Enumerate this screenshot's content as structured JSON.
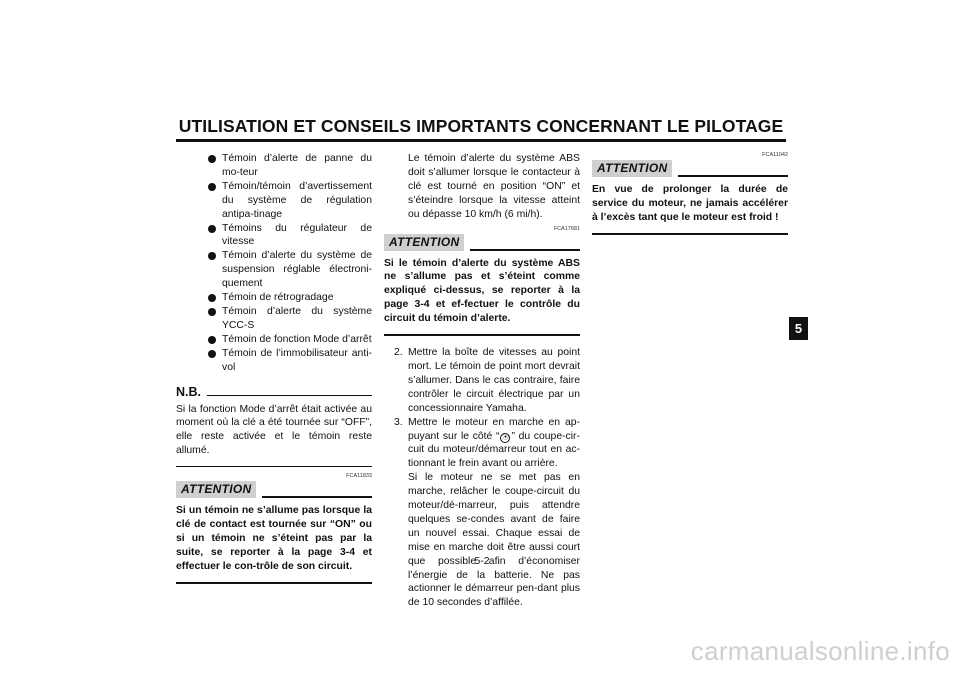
{
  "header": {
    "title": "UTILISATION ET CONSEILS IMPORTANTS CONCERNANT LE PILOTAGE"
  },
  "col1": {
    "bullets": [
      "Témoin d’alerte de panne du mo-teur",
      "Témoin/témoin d’avertissement du système de régulation antipa-tinage",
      "Témoins du régulateur de vitesse",
      "Témoin d’alerte du système de suspension réglable électroni-quement",
      "Témoin de rétrogradage",
      "Témoin d’alerte du système YCC-S",
      "Témoin de fonction Mode d’arrêt",
      "Témoin de l’immobilisateur anti-vol"
    ],
    "nb": {
      "label": "N.B.",
      "text": "Si la fonction Mode d’arrêt était activée au moment où la clé a été tournée sur “OFF”, elle reste activée et le témoin reste allumé."
    },
    "attention": {
      "code": "FCA11833",
      "label": "ATTENTION",
      "text": "Si un témoin ne s’allume pas lorsque la clé de contact est tournée sur “ON” ou si un témoin ne s’éteint pas par la suite, se reporter à la page 3-4 et effectuer le con-trôle de son circuit."
    }
  },
  "col2": {
    "intro": "Le témoin d’alerte du système ABS doit s’allumer lorsque le contacteur à clé est tourné en position “ON” et s’éteindre lorsque la vitesse atteint ou dépasse 10 km/h (6 mi/h).",
    "attention": {
      "code": "FCA17681",
      "label": "ATTENTION",
      "text": "Si le témoin d’alerte du système ABS ne s’allume pas et s’éteint comme expliqué ci-dessus, se reporter à la page 3-4 et ef-fectuer le contrôle du circuit du témoin d’alerte."
    },
    "steps": [
      {
        "num": "2.",
        "text": "Mettre la boîte de vitesses au point mort. Le témoin de point mort devrait s’allumer. Dans le cas contraire, faire contrôler le circuit électrique par un concessionnaire Yamaha."
      },
      {
        "num": "3.",
        "text_before": "Mettre le moteur en marche en ap-puyant sur le côté “",
        "icon": "start-switch-icon",
        "icon_glyph": "⦿",
        "text_after": "” du coupe-cir-cuit du moteur/démarreur tout en ac-tionnant le frein avant ou arrière.",
        "subtext": "Si le moteur ne se met pas en marche, relâcher le coupe-circuit du moteur/dé-marreur, puis attendre quelques se-condes avant de faire un nouvel essai. Chaque essai de mise en marche doit être aussi court que possible afin d’économiser l’énergie de la batterie. Ne pas actionner le démarreur pen-dant plus de 10 secondes d’affilée."
      }
    ]
  },
  "col3": {
    "attention": {
      "code": "FCA11042",
      "label": "ATTENTION",
      "text": "En vue de prolonger la durée de service du moteur, ne jamais accélérer à l’excès tant que le moteur est froid !"
    }
  },
  "page_number": "5-2",
  "chapter_tab": "5",
  "watermark": "carmanualsonline.info"
}
